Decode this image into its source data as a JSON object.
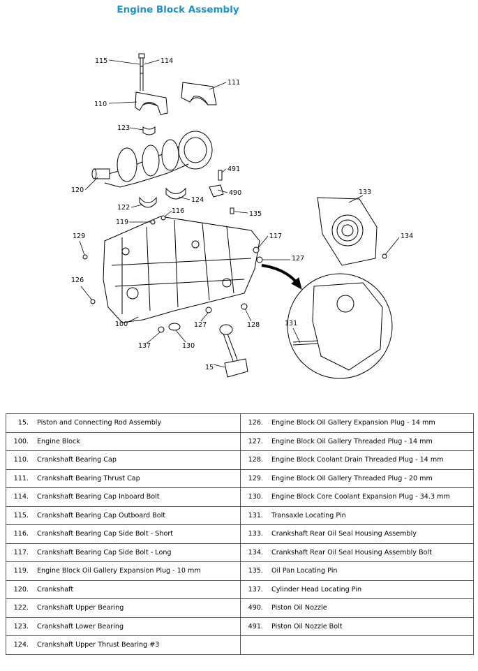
{
  "title": "Engine Block Assembly",
  "callouts": [
    "115",
    "114",
    "111",
    "110",
    "123",
    "491",
    "490",
    "120",
    "124",
    "122",
    "116",
    "135",
    "133",
    "119",
    "117",
    "129",
    "134",
    "127",
    "126",
    "131",
    "100",
    "127",
    "128",
    "137",
    "130",
    "15"
  ],
  "parts_left": [
    {
      "num": "15.",
      "desc": "Piston and Connecting Rod Assembly"
    },
    {
      "num": "100.",
      "desc": "Engine Block"
    },
    {
      "num": "110.",
      "desc": "Crankshaft Bearing Cap"
    },
    {
      "num": "111.",
      "desc": "Crankshaft Bearing Thrust Cap"
    },
    {
      "num": "114.",
      "desc": "Crankshaft Bearing Cap Inboard Bolt"
    },
    {
      "num": "115.",
      "desc": "Crankshaft Bearing Cap Outboard Bolt"
    },
    {
      "num": "116.",
      "desc": "Crankshaft Bearing Cap Side Bolt - Short"
    },
    {
      "num": "117.",
      "desc": "Crankshaft Bearing Cap Side Bolt - Long"
    },
    {
      "num": "119.",
      "desc": "Engine Block Oil Gallery Expansion Plug - 10 mm"
    },
    {
      "num": "120.",
      "desc": "Crankshaft"
    },
    {
      "num": "122.",
      "desc": "Crankshaft Upper Bearing"
    },
    {
      "num": "123.",
      "desc": "Crankshaft Lower Bearing"
    },
    {
      "num": "124.",
      "desc": "Crankshaft Upper Thrust Bearing #3"
    }
  ],
  "parts_right": [
    {
      "num": "126.",
      "desc": "Engine Block Oil Gallery Expansion Plug - 14 mm"
    },
    {
      "num": "127.",
      "desc": "Engine Block Oil Gallery Threaded Plug - 14 mm"
    },
    {
      "num": "128.",
      "desc": "Engine Block Coolant Drain Threaded Plug - 14 mm"
    },
    {
      "num": "129.",
      "desc": "Engine Block Oil Gallery Threaded Plug - 20 mm"
    },
    {
      "num": "130.",
      "desc": "Engine Block Core Coolant Expansion Plug - 34.3 mm"
    },
    {
      "num": "131.",
      "desc": "Transaxle Locating Pin"
    },
    {
      "num": "133.",
      "desc": "Crankshaft Rear Oil Seal Housing Assembly"
    },
    {
      "num": "134.",
      "desc": "Crankshaft Rear Oil Seal Housing Assembly Bolt"
    },
    {
      "num": "135.",
      "desc": "Oil Pan Locating Pin"
    },
    {
      "num": "137.",
      "desc": "Cylinder Head Locating Pin"
    },
    {
      "num": "490.",
      "desc": "Piston Oil Nozzle"
    },
    {
      "num": "491.",
      "desc": "Piston Oil Nozzle Bolt"
    },
    {
      "num": "",
      "desc": ""
    }
  ]
}
